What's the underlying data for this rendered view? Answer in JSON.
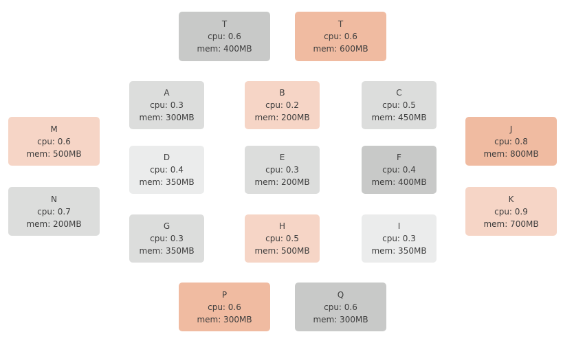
{
  "palette": {
    "grey_dark": "#c8c9c8",
    "grey_mid": "#dcdddc",
    "grey_light": "#ebecec",
    "peach_strong": "#f0bba1",
    "peach_light": "#f6d5c6"
  },
  "nodes": [
    {
      "id": "t1",
      "label": "T",
      "cpu": "cpu: 0.6",
      "mem": "mem: 400MB",
      "color": "#c8c9c8"
    },
    {
      "id": "t2",
      "label": "T",
      "cpu": "cpu: 0.6",
      "mem": "mem: 600MB",
      "color": "#f0bba1"
    },
    {
      "id": "a",
      "label": "A",
      "cpu": "cpu: 0.3",
      "mem": "mem: 300MB",
      "color": "#dcdddc"
    },
    {
      "id": "b",
      "label": "B",
      "cpu": "cpu: 0.2",
      "mem": "mem: 200MB",
      "color": "#f6d5c6"
    },
    {
      "id": "c",
      "label": "C",
      "cpu": "cpu: 0.5",
      "mem": "mem: 450MB",
      "color": "#dcdddc"
    },
    {
      "id": "m",
      "label": "M",
      "cpu": "cpu: 0.6",
      "mem": "mem: 500MB",
      "color": "#f6d5c6"
    },
    {
      "id": "j",
      "label": "J",
      "cpu": "cpu: 0.8",
      "mem": "mem: 800MB",
      "color": "#f0bba1"
    },
    {
      "id": "d",
      "label": "D",
      "cpu": "cpu: 0.4",
      "mem": "mem: 350MB",
      "color": "#ebecec"
    },
    {
      "id": "e",
      "label": "E",
      "cpu": "cpu: 0.3",
      "mem": "mem: 200MB",
      "color": "#dcdddc"
    },
    {
      "id": "f",
      "label": "F",
      "cpu": "cpu: 0.4",
      "mem": "mem: 400MB",
      "color": "#c8c9c8"
    },
    {
      "id": "n",
      "label": "N",
      "cpu": "cpu: 0.7",
      "mem": "mem: 200MB",
      "color": "#dcdddc"
    },
    {
      "id": "k",
      "label": "K",
      "cpu": "cpu: 0.9",
      "mem": "mem: 700MB",
      "color": "#f6d5c6"
    },
    {
      "id": "g",
      "label": "G",
      "cpu": "cpu: 0.3",
      "mem": "mem: 350MB",
      "color": "#dcdddc"
    },
    {
      "id": "h",
      "label": "H",
      "cpu": "cpu: 0.5",
      "mem": "mem: 500MB",
      "color": "#f6d5c6"
    },
    {
      "id": "i",
      "label": "I",
      "cpu": "cpu: 0.3",
      "mem": "mem: 350MB",
      "color": "#ebecec"
    },
    {
      "id": "p",
      "label": "P",
      "cpu": "cpu: 0.6",
      "mem": "mem: 300MB",
      "color": "#f0bba1"
    },
    {
      "id": "q",
      "label": "Q",
      "cpu": "cpu: 0.6",
      "mem": "mem: 300MB",
      "color": "#c8c9c8"
    }
  ]
}
